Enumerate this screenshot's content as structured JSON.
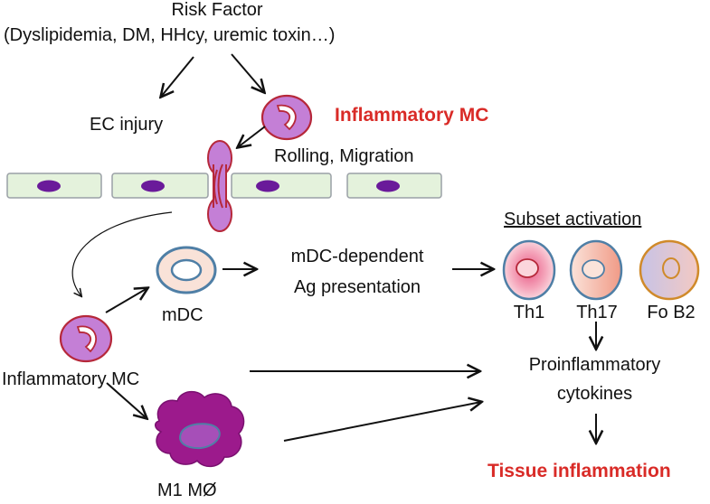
{
  "risk_factor": {
    "title": "Risk Factor",
    "detail": "(Dyslipidemia, DM, HHcy, uremic toxin…)"
  },
  "labels": {
    "ec_injury": "EC injury",
    "inflammatory_mc_top": "Inflammatory MC",
    "rolling_migration": "Rolling, Migration",
    "subset_activation": "Subset activation",
    "mdc_dependent_line1": "mDC-dependent",
    "mdc_dependent_line2": "Ag presentation",
    "mdc": "mDC",
    "inflammatory_mc_left": "Inflammatory MC",
    "m1_macrophage": "M1 MØ",
    "proinflammatory_line1": "Proinflammatory",
    "proinflammatory_line2": "cytokines",
    "tissue_inflammation": "Tissue inflammation"
  },
  "subsets": [
    "Th1",
    "Th17",
    "Fo B2"
  ],
  "colors": {
    "highlight_red": "#d92b27",
    "mc_fill": "#c47fd6",
    "mc_border": "#b6283a",
    "endothelium_fill": "#e4f2dc",
    "endothelium_border": "#9aa0a6",
    "nucleus": "#6a1a9a",
    "macrophage": "#9c1a8c",
    "mdc_fill": "#f9e2d8",
    "mdc_border": "#4f7fa6"
  },
  "icons": [
    "monocyte-cell-icon",
    "endothelial-cell-icon",
    "dendritic-cell-icon",
    "t-cell-icon",
    "b-cell-icon",
    "macrophage-icon"
  ]
}
